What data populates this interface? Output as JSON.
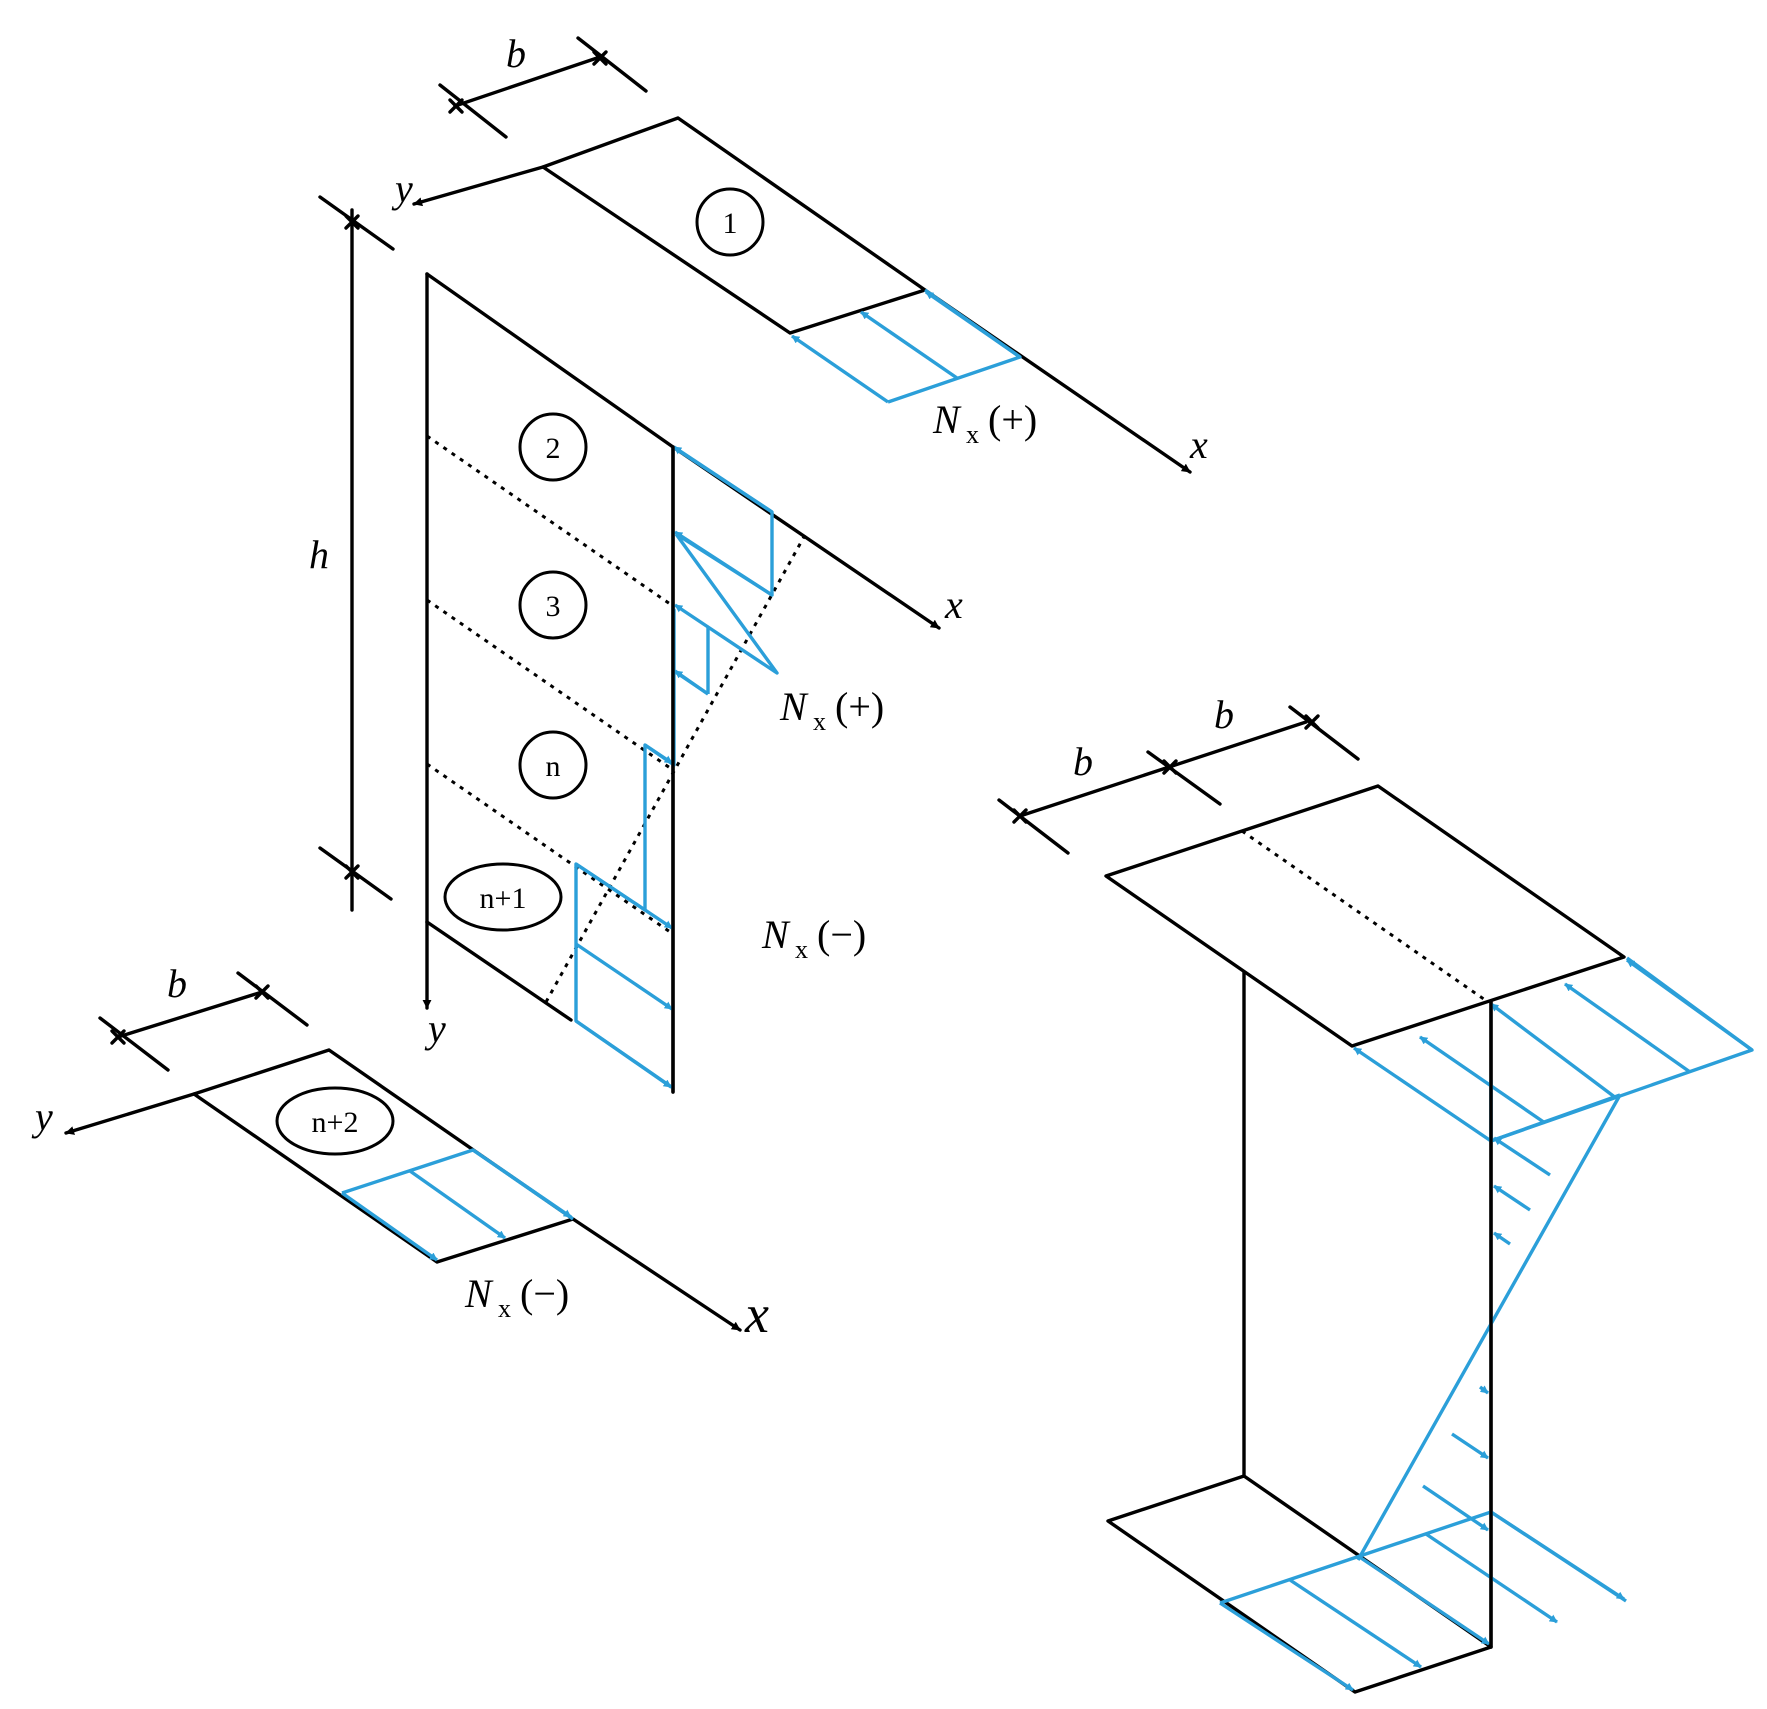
{
  "dimensions": {
    "b": "b",
    "h": "h"
  },
  "axes": {
    "x": "x",
    "y": "y"
  },
  "strip_labels": [
    "1",
    "2",
    "3",
    "n",
    "n+1",
    "n+2"
  ],
  "force_labels": {
    "top_flange": {
      "symbol": "N",
      "sub": "x",
      "sign": "(+)"
    },
    "web_upper": {
      "symbol": "N",
      "sub": "x",
      "sign": "(+)"
    },
    "web_lower": {
      "symbol": "N",
      "sub": "x",
      "sign": "(−)"
    },
    "bottom_flange": {
      "symbol": "N",
      "sub": "x",
      "sign": "(−)"
    }
  },
  "colors": {
    "stress": "#2b9fd9",
    "structure": "#000000"
  }
}
